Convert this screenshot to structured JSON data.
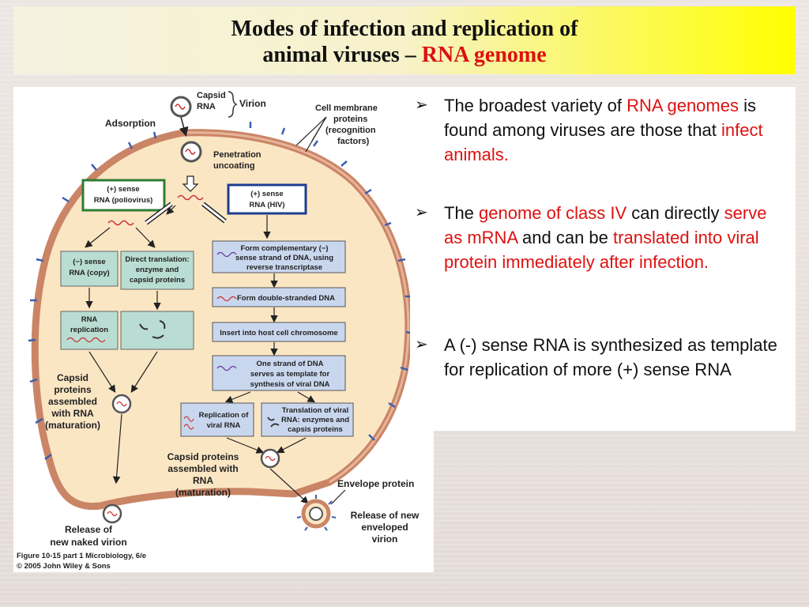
{
  "title": {
    "line1": "Modes of infection and replication of",
    "line2_black": "animal viruses – ",
    "line2_red": "RNA genome"
  },
  "figure": {
    "capsid": "Capsid",
    "rna": "RNA",
    "virion": "Virion",
    "adsorption": "Adsorption",
    "cell_membrane": [
      "Cell membrane",
      "proteins",
      "(recognition",
      "factors)"
    ],
    "penetration": [
      "Penetration",
      "uncoating"
    ],
    "polio_box": [
      "(+) sense",
      "RNA (poliovirus)"
    ],
    "hiv_box": [
      "(+) sense",
      "RNA (HIV)"
    ],
    "minus_sense": [
      "(−) sense",
      "RNA (copy)"
    ],
    "direct_translation": [
      "Direct translation:",
      "enzyme and",
      "capsid proteins"
    ],
    "rna_replication": [
      "RNA",
      "replication"
    ],
    "form_complementary": [
      "Form complementary (−)",
      "sense strand of DNA, using",
      "reverse transcriptase"
    ],
    "double_stranded": "Form double-stranded DNA",
    "insert_host": "Insert into host cell chromosome",
    "one_strand": [
      "One strand of DNA",
      "serves as template for",
      "synthesis of viral DNA"
    ],
    "replication_viral": [
      "Replication of",
      "viral RNA"
    ],
    "translation_viral": [
      "Translation of viral",
      "RNA: enzymes and",
      "capsis proteins"
    ],
    "capsid_assembled_left": [
      "Capsid",
      "proteins",
      "assembled",
      "with RNA",
      "(maturation)"
    ],
    "capsid_assembled_center": [
      "Capsid proteins",
      "assembled with",
      "RNA",
      "(maturation)"
    ],
    "envelope_protein": "Envelope protein",
    "release_enveloped": [
      "Release of new",
      "enveloped",
      "virion"
    ],
    "release_naked": [
      "Release of",
      "new naked virion"
    ],
    "caption": [
      "Figure 10-15 part 1  Microbiology, 6/e",
      "© 2005 John Wiley & Sons"
    ]
  },
  "bullets": [
    {
      "marker": "➢",
      "parts": [
        {
          "text": "The broadest variety of ",
          "red": false
        },
        {
          "text": "RNA genomes",
          "red": true
        },
        {
          "text": " is found among viruses are those that ",
          "red": false
        },
        {
          "text": "infect animals.",
          "red": true
        }
      ]
    },
    {
      "marker": "➢",
      "parts": [
        {
          "text": "The ",
          "red": false
        },
        {
          "text": "genome of class IV",
          "red": true
        },
        {
          "text": " can directly ",
          "red": false
        },
        {
          "text": "serve as mRNA",
          "red": true
        },
        {
          "text": " and can be ",
          "red": false
        },
        {
          "text": "translated into viral protein immediately after infection.",
          "red": true
        }
      ]
    },
    {
      "marker": "➢",
      "parts": [
        {
          "text": "A (-) sense RNA is synthesized as template for replication of more (+) sense RNA",
          "red": false
        }
      ]
    }
  ],
  "colors": {
    "title_red": "#dd1111",
    "cell_fill": "#fbe6c4",
    "membrane": "#c98565",
    "box_blue": "#c9d7ee",
    "box_green": "#b9ddd2",
    "polio_border": "#2f7d32",
    "hiv_border": "#1d3d8f"
  }
}
